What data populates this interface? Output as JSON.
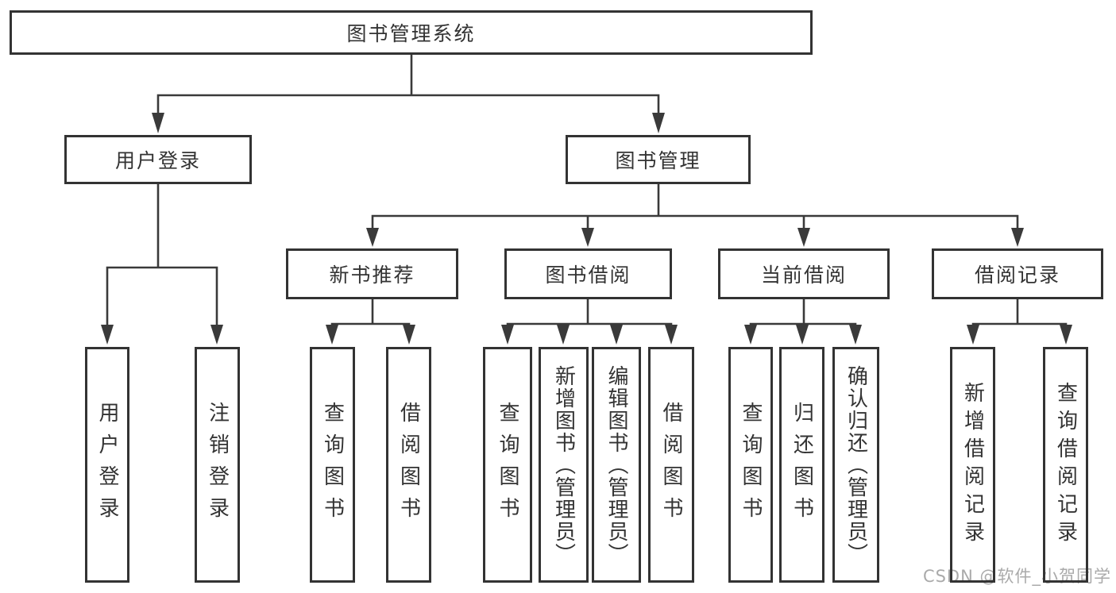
{
  "tree": {
    "label": "图书管理系统",
    "children": [
      {
        "label": "用户登录",
        "children": [
          {
            "label": "用户登录"
          },
          {
            "label": "注销登录"
          }
        ]
      },
      {
        "label": "图书管理",
        "children": [
          {
            "label": "新书推荐",
            "children": [
              {
                "label": "查询图书"
              },
              {
                "label": "借阅图书"
              }
            ]
          },
          {
            "label": "图书借阅",
            "children": [
              {
                "label": "查询图书"
              },
              {
                "label": "新增图书（管理员）"
              },
              {
                "label": "编辑图书（管理员）"
              },
              {
                "label": "借阅图书"
              }
            ]
          },
          {
            "label": "当前借阅",
            "children": [
              {
                "label": "查询图书"
              },
              {
                "label": "归还图书"
              },
              {
                "label": "确认归还（管理员）"
              }
            ]
          },
          {
            "label": "借阅记录",
            "children": [
              {
                "label": "新增借阅记录"
              },
              {
                "label": "查询借阅记录"
              }
            ]
          }
        ]
      }
    ]
  },
  "watermark": {
    "text": "CSDN @软件_小贺同学"
  },
  "colors": {
    "line": "#3a3a3a",
    "text": "#333333",
    "box_border": "#333333",
    "background": "#ffffff",
    "watermark": "#aaaaaa"
  }
}
